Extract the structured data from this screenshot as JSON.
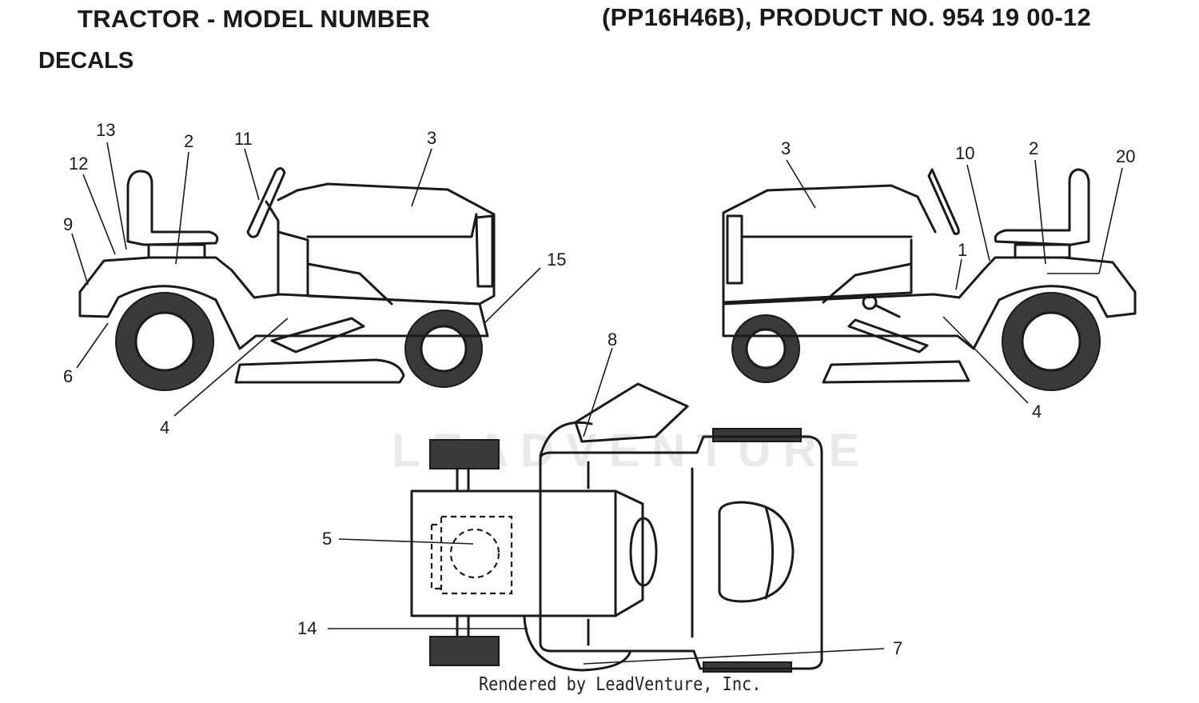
{
  "header": {
    "title_left": "TRACTOR - MODEL NUMBER",
    "title_right": "(PP16H46B), PRODUCT NO. 954 19 00-12",
    "subtitle": "DECALS"
  },
  "watermark": "LEADVENTURE",
  "footer": "Rendered by LeadVenture, Inc.",
  "callouts": {
    "left_view": [
      "13",
      "2",
      "11",
      "3",
      "12",
      "9",
      "15",
      "6",
      "4"
    ],
    "right_view": [
      "3",
      "10",
      "2",
      "20",
      "1",
      "4"
    ],
    "top_view": [
      "8",
      "5",
      "14",
      "7"
    ]
  }
}
